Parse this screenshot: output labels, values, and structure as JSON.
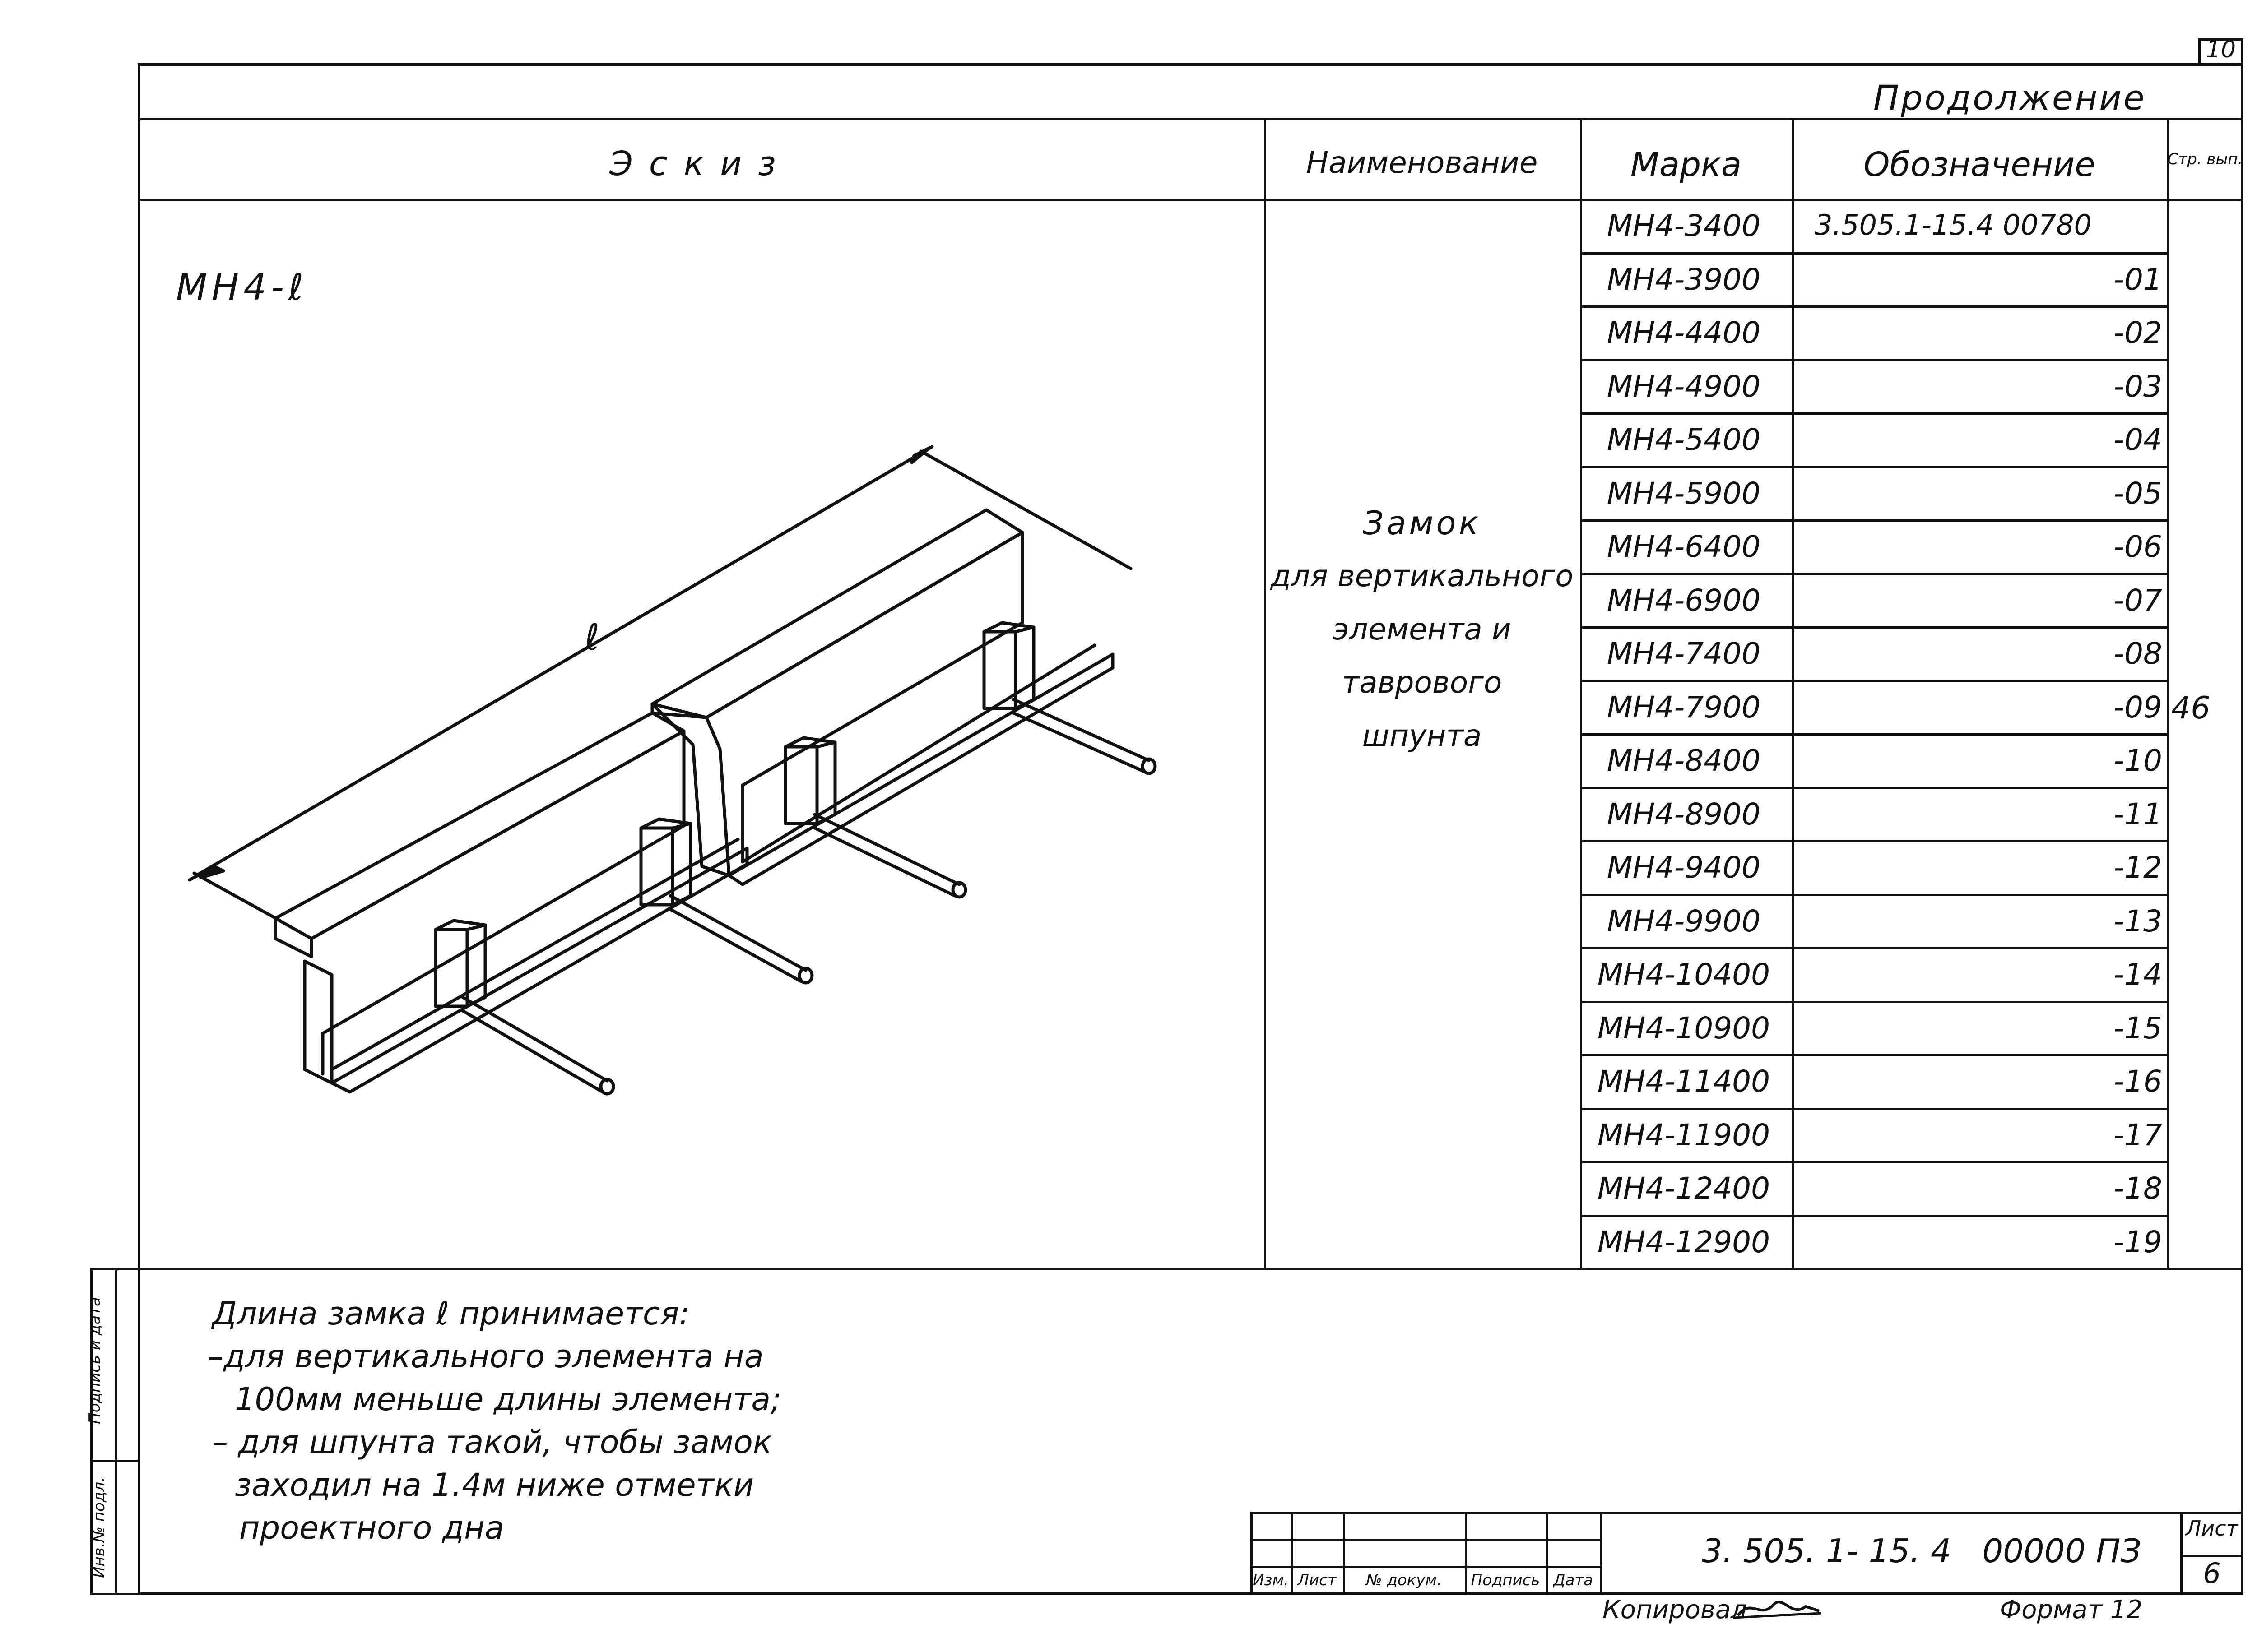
{
  "sheet_corner_number": "10",
  "continuation_label": "Продолжение",
  "headers": {
    "sketch": "Эскиз",
    "name": "Наименование",
    "marka": "Марка",
    "oboznachenie": "Обозначение",
    "page": "Стр. вып."
  },
  "sketch_label": "МН4-ℓ",
  "dimension_label": "ℓ",
  "item_name": [
    "Замок",
    "для вертикального",
    "элемента и",
    "таврового",
    "шпунта"
  ],
  "page_number": "46",
  "rows": [
    {
      "marka": "МН4-3400",
      "oboznachenie": "3.505.1-15.4 00780"
    },
    {
      "marka": "МН4-3900",
      "oboznachenie": "-01"
    },
    {
      "marka": "МН4-4400",
      "oboznachenie": "-02"
    },
    {
      "marka": "МН4-4900",
      "oboznachenie": "-03"
    },
    {
      "marka": "МН4-5400",
      "oboznachenie": "-04"
    },
    {
      "marka": "МН4-5900",
      "oboznachenie": "-05"
    },
    {
      "marka": "МН4-6400",
      "oboznachenie": "-06"
    },
    {
      "marka": "МН4-6900",
      "oboznachenie": "-07"
    },
    {
      "marka": "МН4-7400",
      "oboznachenie": "-08"
    },
    {
      "marka": "МН4-7900",
      "oboznachenie": "-09"
    },
    {
      "marka": "МН4-8400",
      "oboznachenie": "-10"
    },
    {
      "marka": "МН4-8900",
      "oboznachenie": "-11"
    },
    {
      "marka": "МН4-9400",
      "oboznachenie": "-12"
    },
    {
      "marka": "МН4-9900",
      "oboznachenie": "-13"
    },
    {
      "marka": "МН4-10400",
      "oboznachenie": "-14"
    },
    {
      "marka": "МН4-10900",
      "oboznachenie": "-15"
    },
    {
      "marka": "МН4-11400",
      "oboznachenie": "-16"
    },
    {
      "marka": "МН4-11900",
      "oboznachenie": "-17"
    },
    {
      "marka": "МН4-12400",
      "oboznachenie": "-18"
    },
    {
      "marka": "МН4-12900",
      "oboznachenie": "-19"
    }
  ],
  "notes": [
    "Длина замка ℓ принимается:",
    "–для вертикального элемента на",
    "100мм меньше длины элемента;",
    "– для шпунта такой, чтобы замок",
    "заходил на 1.4м ниже отметки",
    "проектного дна"
  ],
  "side_stamp": {
    "inv_no": "Инв.№ подл.",
    "signature_date": "Подпись и дата"
  },
  "title_block": {
    "document_code": "3. 505. 1- 15. 4   00000 ПЗ",
    "sheet_label": "Лист",
    "sheet_number": "6",
    "columns": [
      "Изм.",
      "Лист",
      "№ докум.",
      "Подпись",
      "Дата"
    ]
  },
  "footer": {
    "copied_by": "Копировал",
    "format": "Формат 12"
  }
}
